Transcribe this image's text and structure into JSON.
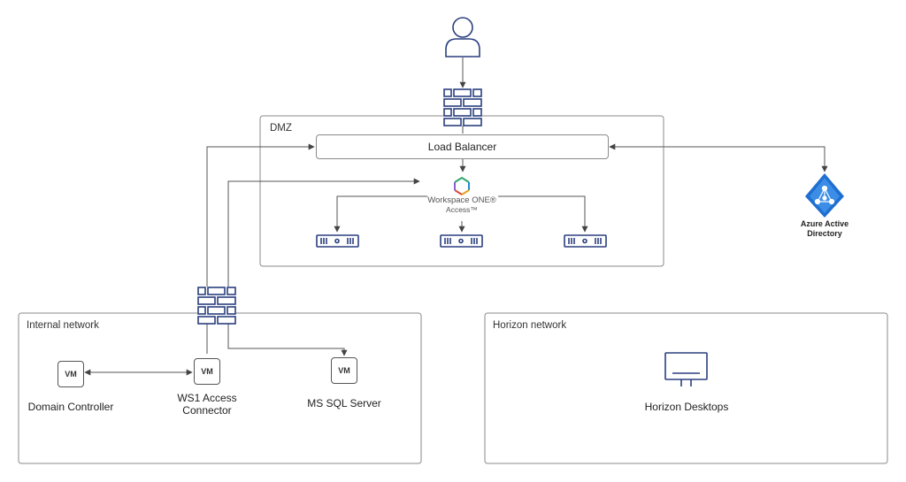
{
  "zones": {
    "dmz": "DMZ",
    "internal": "Internal network",
    "horizon": "Horizon network"
  },
  "load_balancer": "Load Balancer",
  "workspace_one": {
    "line1": "Workspace ONE®",
    "line2": "Access™"
  },
  "azure_ad": {
    "line1": "Azure Active",
    "line2": "Directory"
  },
  "vm_badge": "VM",
  "domain_controller": "Domain Controller",
  "ws1_connector": {
    "line1": "WS1 Access",
    "line2": "Connector"
  },
  "sql_server": "MS SQL Server",
  "horizon_desktops": "Horizon Desktops",
  "icons": [
    "user-icon",
    "firewall-icon",
    "server-icon",
    "workspace-one-logo-icon",
    "azure-ad-icon",
    "monitor-icon"
  ],
  "colors": {
    "icon_blue": "#2a3f7e",
    "azure_blue": "#1e6fd0",
    "border": "#8a8a8a",
    "line": "#555555"
  }
}
